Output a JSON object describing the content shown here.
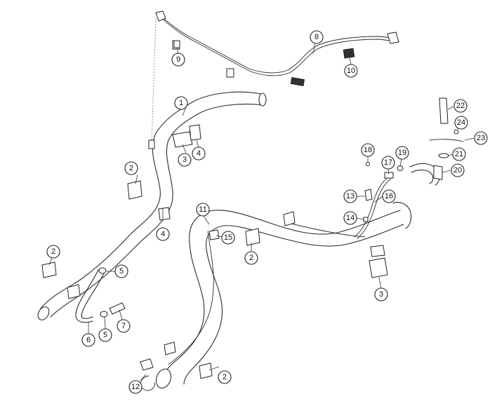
{
  "callouts": [
    {
      "id": "c1",
      "label": "1"
    },
    {
      "id": "c2a",
      "label": "2"
    },
    {
      "id": "c2b",
      "label": "2"
    },
    {
      "id": "c2c",
      "label": "2"
    },
    {
      "id": "c2d",
      "label": "2"
    },
    {
      "id": "c3a",
      "label": "3"
    },
    {
      "id": "c3b",
      "label": "3"
    },
    {
      "id": "c4a",
      "label": "4"
    },
    {
      "id": "c4b",
      "label": "4"
    },
    {
      "id": "c5a",
      "label": "5"
    },
    {
      "id": "c5b",
      "label": "5"
    },
    {
      "id": "c6",
      "label": "6"
    },
    {
      "id": "c7",
      "label": "7"
    },
    {
      "id": "c8",
      "label": "8"
    },
    {
      "id": "c9",
      "label": "9"
    },
    {
      "id": "c10",
      "label": "10"
    },
    {
      "id": "c11",
      "label": "11"
    },
    {
      "id": "c12",
      "label": "12"
    },
    {
      "id": "c13",
      "label": "13"
    },
    {
      "id": "c14",
      "label": "14"
    },
    {
      "id": "c15",
      "label": "15"
    },
    {
      "id": "c16",
      "label": "16"
    },
    {
      "id": "c17",
      "label": "17"
    },
    {
      "id": "c18",
      "label": "18"
    },
    {
      "id": "c19",
      "label": "19"
    },
    {
      "id": "c20",
      "label": "20"
    },
    {
      "id": "c21",
      "label": "21"
    },
    {
      "id": "c22",
      "label": "22"
    },
    {
      "id": "c23",
      "label": "23"
    },
    {
      "id": "c24",
      "label": "24"
    }
  ]
}
